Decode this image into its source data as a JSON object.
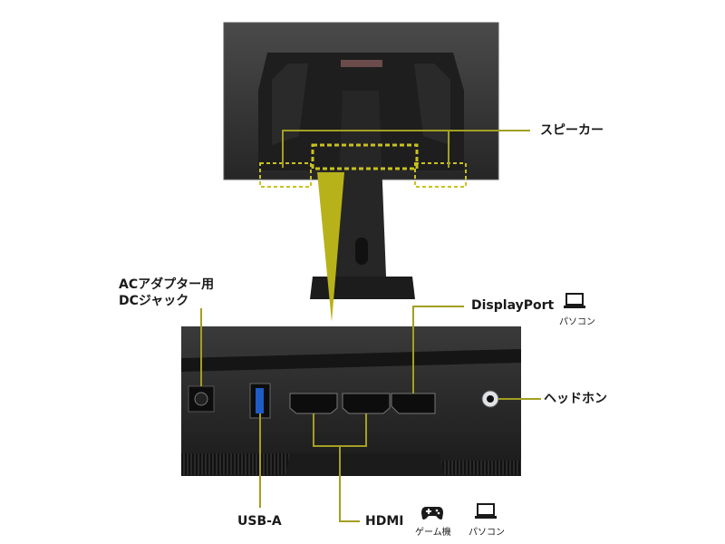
{
  "labels": {
    "speaker": "スピーカー",
    "ac_adapter_line1": "ACアダプター用",
    "ac_adapter_line2": "DCジャック",
    "displayport": "DisplayPort",
    "displayport_sub": "パソコン",
    "headphone": "ヘッドホン",
    "usb_a": "USB-A",
    "hdmi": "HDMI",
    "hdmi_sub_game": "ゲーム機",
    "hdmi_sub_pc": "パソコン"
  },
  "icons": {
    "displayport_device": "laptop-icon",
    "hdmi_device_1": "gamepad-icon",
    "hdmi_device_2": "laptop-icon"
  },
  "colors": {
    "accent": "#b8b21a",
    "line": "#9a9a2a",
    "monitor": "#2b2b2b",
    "panel": "#1f1f1f"
  }
}
